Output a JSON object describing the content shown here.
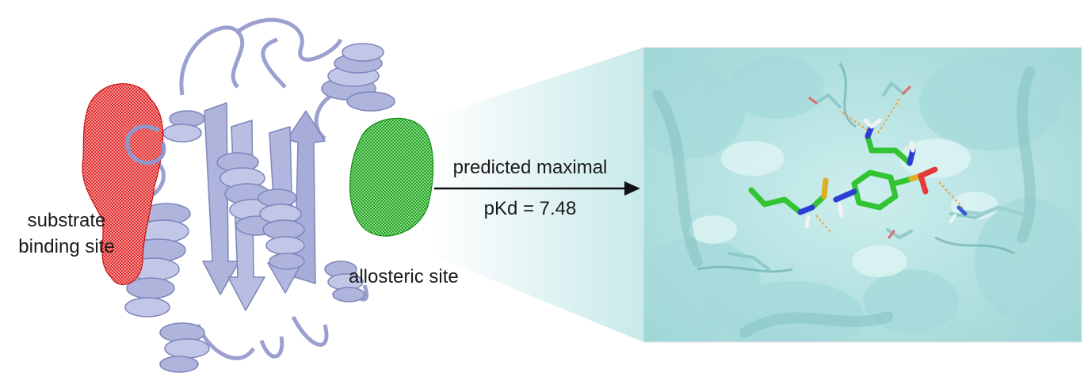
{
  "labels": {
    "substrate_line1": "substrate",
    "substrate_line2": "binding site",
    "allosteric": "allosteric site",
    "predicted": "predicted maximal",
    "pkd": "pKd = 7.48"
  },
  "colors": {
    "protein_ribbon": "#aeb4dc",
    "protein_edge": "#7e86bb",
    "substrate_site_mesh": "#e31b1b",
    "allosteric_site_mesh": "#1fb41f",
    "surface": "#b9e4e4",
    "ligand_carbon": "#33c433",
    "sulfur": "#e0b020",
    "oxygen": "#e43a3a",
    "nitrogen": "#2a3ed4",
    "hbond": "#f2a03a"
  }
}
